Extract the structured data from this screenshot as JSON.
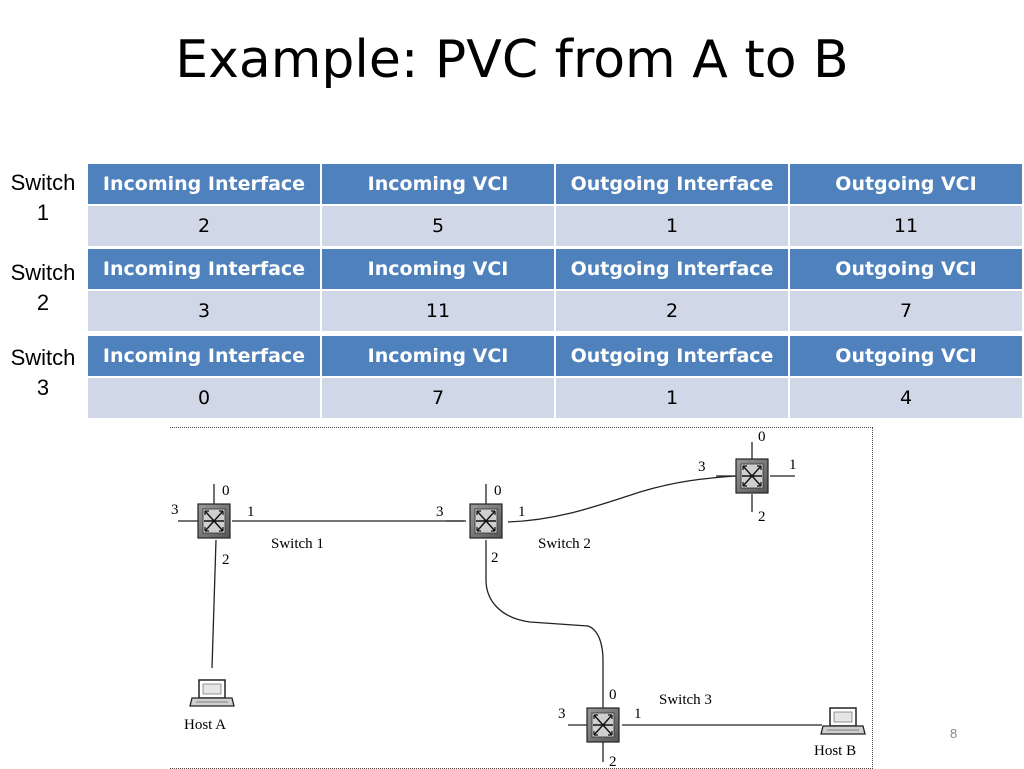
{
  "title": "Example: PVC from A to B",
  "columns": [
    "Incoming Interface",
    "Incoming VCI",
    "Outgoing Interface",
    "Outgoing VCI"
  ],
  "switch_tables": [
    {
      "label_line1": "Switch",
      "label_line2": "1",
      "row": [
        "2",
        "5",
        "1",
        "11"
      ]
    },
    {
      "label_line1": "Switch",
      "label_line2": "2",
      "row": [
        "3",
        "11",
        "2",
        "7"
      ]
    },
    {
      "label_line1": "Switch",
      "label_line2": "3",
      "row": [
        "0",
        "7",
        "1",
        "4"
      ]
    }
  ],
  "diagram": {
    "switch1_label": "Switch 1",
    "switch2_label": "Switch 2",
    "switch3_label": "Switch 3",
    "host_a_label": "Host A",
    "host_b_label": "Host B",
    "port_labels": [
      "0",
      "1",
      "2",
      "3"
    ]
  },
  "page_number": "8"
}
